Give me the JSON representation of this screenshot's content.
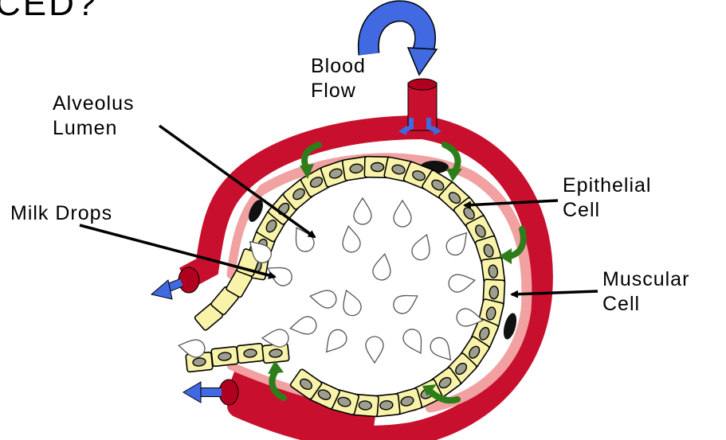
{
  "title_fragment": "CED?",
  "labels": {
    "blood_flow": [
      "Blood",
      "Flow"
    ],
    "alveolus_lumen": [
      "Alveolus",
      "Lumen"
    ],
    "milk_drops": "Milk Drops",
    "epithelial_cell": [
      "Epithelial",
      "Cell"
    ],
    "muscular_cell": [
      "Muscular",
      "Cell"
    ]
  },
  "colors": {
    "blood_vessel": "#c8102e",
    "muscle_layer": "#f1a1a1",
    "epithelial_cell": "#f8f3a9",
    "nucleus": "#9e9e8f",
    "flow_arrow": "#4169e1",
    "secretion_arrow": "#2e7d1a"
  }
}
